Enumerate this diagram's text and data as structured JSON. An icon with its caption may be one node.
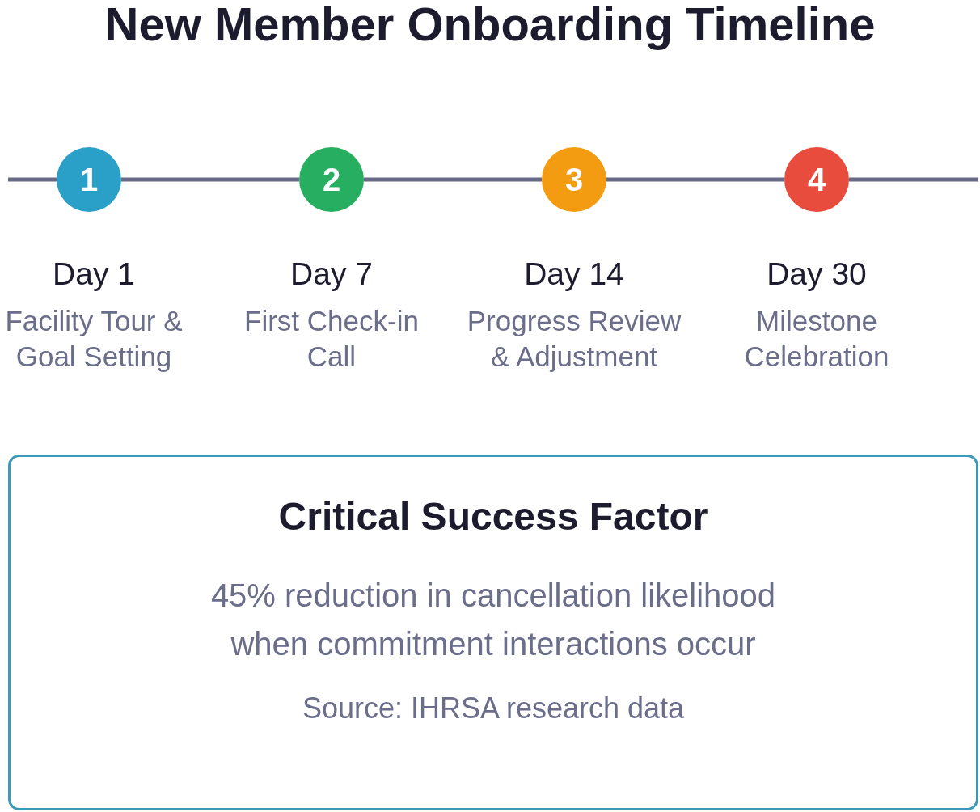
{
  "diagram": {
    "title": "New Member Onboarding Timeline",
    "nodes": [
      {
        "text": [
          "1"
        ],
        "beside": [
          "Day 1",
          "Facility Tour & Goal Setting"
        ]
      },
      {
        "text": [
          "2"
        ],
        "beside": [
          "Day 7",
          "First Check-in Call"
        ]
      },
      {
        "text": [
          "3"
        ],
        "beside": [
          "Day 14",
          "Progress Review & Adjustment"
        ]
      },
      {
        "text": [
          "4"
        ],
        "beside": [
          "Day 30",
          "Milestone Celebration"
        ]
      },
      {
        "text": [
          "Critical Success Factor",
          "45% reduction in cancellation likelihood when commitment interactions occur",
          "Source: IHRSA research data"
        ]
      }
    ],
    "edges": [
      {
        "from": null,
        "to": 0,
        "arrow": "none"
      },
      {
        "from": 0,
        "to": 1,
        "arrow": "none"
      },
      {
        "from": 1,
        "to": 2,
        "arrow": "none"
      },
      {
        "from": 2,
        "to": 3,
        "arrow": "none"
      },
      {
        "from": 3,
        "to": null,
        "arrow": "none"
      }
    ]
  }
}
